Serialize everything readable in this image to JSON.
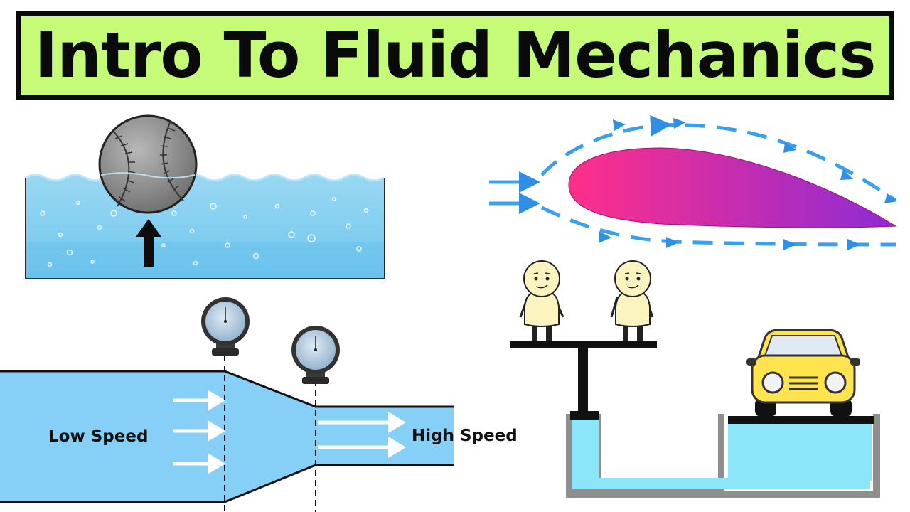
{
  "title": "Intro To Fluid Mechanics",
  "labels": {
    "low_speed": "Low Speed",
    "high_speed": "High Speed"
  },
  "colors": {
    "banner": "#c6fb78",
    "water": "#7fcdf2",
    "pipe_fluid": "#86cff7",
    "hydraulic_fluid": "#8ce6fa",
    "car": "#ffe44d",
    "airfoil_start": "#ff2f8a",
    "airfoil_end": "#8e2bd4",
    "streamline": "#3aa0ee"
  },
  "icons": [
    "baseball-icon",
    "pressure-gauge-icon",
    "car-icon",
    "cartoon-person-icon",
    "arrow-icon"
  ]
}
